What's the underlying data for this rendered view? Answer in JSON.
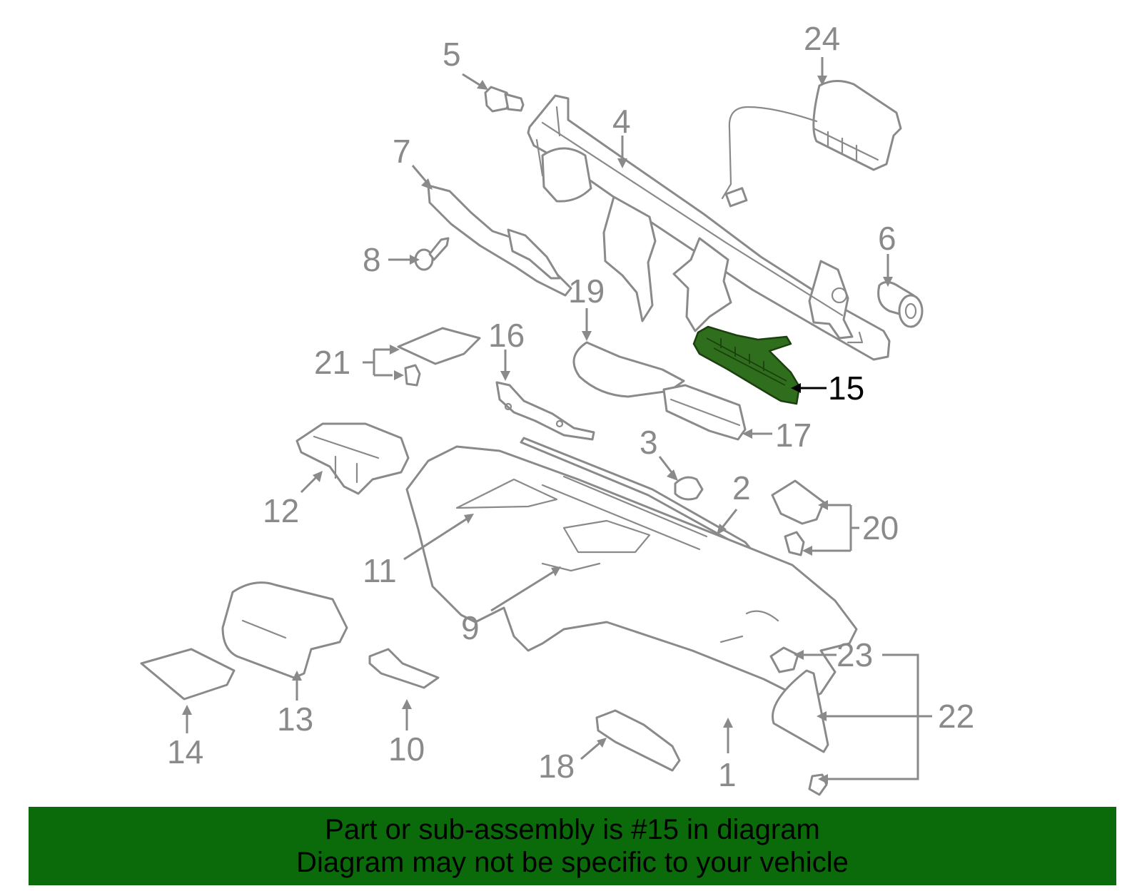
{
  "highlight": {
    "part_number": "15",
    "color": "#2f6e1c"
  },
  "callouts": {
    "c1": "1",
    "c2": "2",
    "c3": "3",
    "c4": "4",
    "c5": "5",
    "c6": "6",
    "c7": "7",
    "c8": "8",
    "c9": "9",
    "c10": "10",
    "c11": "11",
    "c12": "12",
    "c13": "13",
    "c14": "14",
    "c15": "15",
    "c16": "16",
    "c17": "17",
    "c18": "18",
    "c19": "19",
    "c20": "20",
    "c21": "21",
    "c22": "22",
    "c23": "23",
    "c24": "24"
  },
  "footer": {
    "line1": "Part or sub-assembly is #15 in diagram",
    "line2": "Diagram may not be specific to your vehicle",
    "background": "#0b6b0b"
  }
}
